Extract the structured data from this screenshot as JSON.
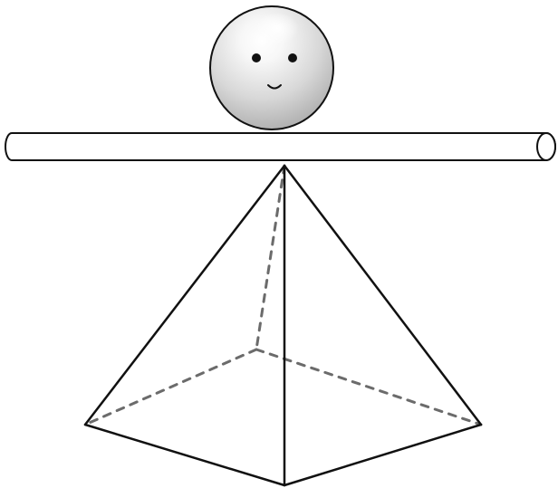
{
  "figure": {
    "description_shown": "",
    "colors": {
      "background": "#ffffff",
      "outline": "#111111",
      "hidden_edge": "#6b6b6b",
      "ball_light": "#f7f7f7",
      "ball_mid": "#d8d8d8",
      "ball_dark": "#a9a9a9",
      "bar_fill": "#ffffff",
      "face_features": "#111111"
    },
    "objects": {
      "ball": "smiling-ball",
      "beam": "horizontal-cylinder-beam",
      "pyramid": "square-pyramid-wireframe"
    }
  }
}
